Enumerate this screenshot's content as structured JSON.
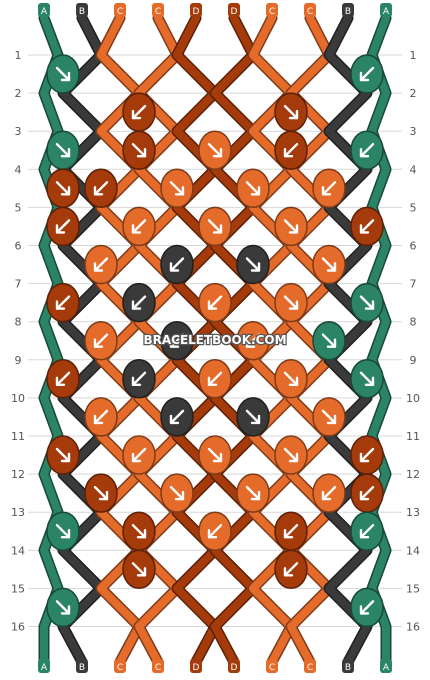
{
  "watermark": "BRACELETBOOK.COM",
  "colors": {
    "A": "#2b8465",
    "B": "#3a3a3a",
    "C": "#e56b2b",
    "D": "#a53b0b"
  },
  "strings": [
    "A",
    "B",
    "C",
    "C",
    "D",
    "D",
    "C",
    "C",
    "B",
    "A"
  ],
  "row_numbers": [
    "1",
    "2",
    "3",
    "4",
    "5",
    "6",
    "7",
    "8",
    "9",
    "10",
    "11",
    "12",
    "13",
    "14",
    "15",
    "16"
  ],
  "knots": [
    [
      [
        "ar-dr",
        "A"
      ],
      [
        "ar-dl",
        "A"
      ]
    ],
    [
      [
        "ar-dl",
        "D"
      ],
      [
        "ar-dr",
        "D"
      ]
    ],
    [
      [
        "ar-dr",
        "A"
      ],
      [
        "ar-dr",
        "D"
      ],
      [
        "ar-dr",
        "C"
      ],
      [
        "ar-dl",
        "D"
      ],
      [
        "ar-dl",
        "A"
      ]
    ],
    [
      [
        "ar-dl",
        "D"
      ],
      [
        "ar-dr",
        "C"
      ],
      [
        "ar-dr",
        "C"
      ],
      [
        "ar-dl",
        "C"
      ],
      [
        "ar-dr",
        "D"
      ]
    ],
    [
      [
        "ar-dl",
        "D"
      ],
      [
        "ar-dl",
        "C"
      ],
      [
        "ar-dr",
        "C"
      ],
      [
        "ar-dr",
        "C"
      ],
      [
        "ar-dl",
        "D"
      ]
    ],
    [
      [
        "ar-dl",
        "C"
      ],
      [
        "ar-l",
        "B"
      ],
      [
        "ar-r",
        "B"
      ],
      [
        "ar-dr",
        "C"
      ]
    ],
    [
      [
        "ar-dl",
        "D"
      ],
      [
        "ar-l",
        "B"
      ],
      [
        "ar-dl",
        "C"
      ],
      [
        "ar-dr",
        "C"
      ],
      [
        "ar-dr",
        "A"
      ]
    ],
    [
      [
        "ar-dl",
        "C"
      ],
      [
        "ar-l",
        "B"
      ],
      [
        "ar-l",
        "C"
      ],
      [
        "ar-dr",
        "A"
      ]
    ],
    [
      [
        "ar-dl",
        "D"
      ],
      [
        "ar-l",
        "B"
      ],
      [
        "ar-dl",
        "C"
      ],
      [
        "ar-dr",
        "C"
      ],
      [
        "ar-dr",
        "A"
      ]
    ],
    [
      [
        "ar-dl",
        "C"
      ],
      [
        "ar-l",
        "B"
      ],
      [
        "ar-r",
        "B"
      ],
      [
        "ar-dr",
        "C"
      ]
    ],
    [
      [
        "ar-dr",
        "D"
      ],
      [
        "ar-dl",
        "C"
      ],
      [
        "ar-dr",
        "C"
      ],
      [
        "ar-dr",
        "C"
      ],
      [
        "ar-dl",
        "D"
      ]
    ],
    [
      [
        "ar-dr",
        "D"
      ],
      [
        "ar-dr",
        "C"
      ],
      [
        "ar-dr",
        "C"
      ],
      [
        "ar-dl",
        "C"
      ],
      [
        "ar-dl",
        "D"
      ]
    ],
    [
      [
        "ar-dr",
        "A"
      ],
      [
        "ar-dr",
        "D"
      ],
      [
        "ar-dl",
        "C"
      ],
      [
        "ar-dl",
        "D"
      ],
      [
        "ar-dl",
        "A"
      ]
    ],
    [
      [
        "ar-dr",
        "D"
      ],
      [
        "ar-dl",
        "D"
      ]
    ],
    [
      [
        "ar-dr",
        "A"
      ],
      [
        "ar-dl",
        "A"
      ]
    ]
  ]
}
